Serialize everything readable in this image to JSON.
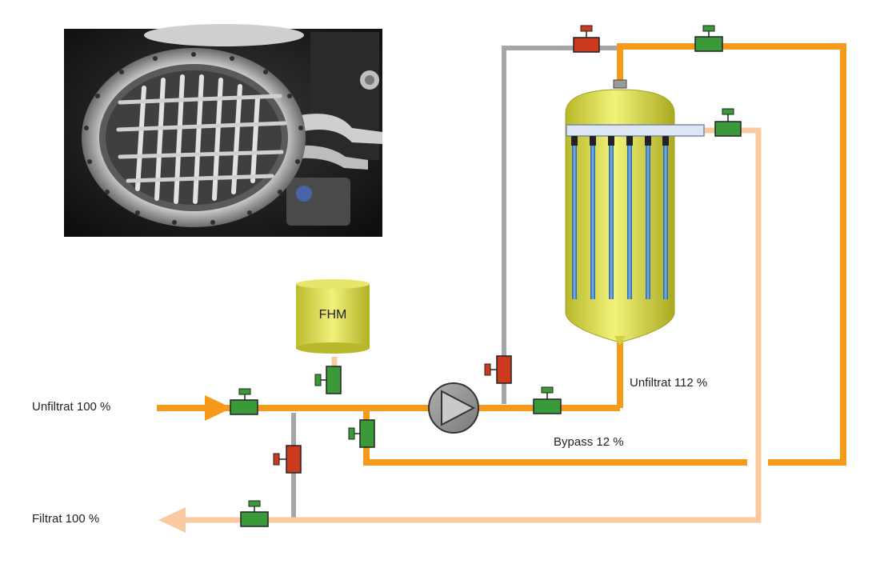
{
  "colors": {
    "unfiltrat_pipe": "#f59a1b",
    "filtrat_pipe": "#f9caa0",
    "gray_pipe": "#a6a6a6",
    "valve_open": "#3a9a3a",
    "valve_closed": "#cc3a1e",
    "vessel_fill": "#d9d944",
    "element_blue": "#3a80c8"
  },
  "labels": {
    "unfiltrat_in": "Unfiltrat 100 %",
    "filtrat_out": "Filtrat 100 %",
    "fhm_tank": "FHM",
    "unfiltrat_112": "Unfiltrat 112 %",
    "bypass": "Bypass 12 %"
  },
  "photo": {
    "subject": "open-filter-vessel-photo"
  },
  "icons": {
    "pump": "pump-icon",
    "valve": "valve-icon"
  }
}
